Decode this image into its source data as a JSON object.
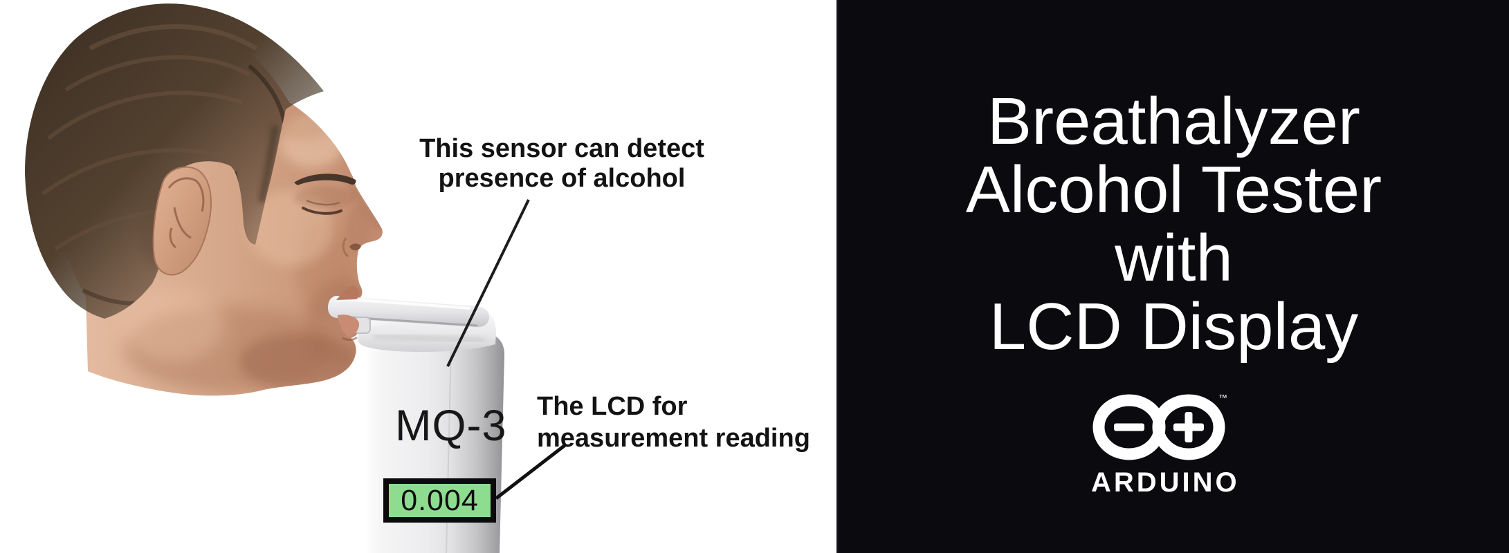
{
  "illustration": {
    "description": "side profile of a man blowing into a breathalyzer device",
    "annotations": {
      "sensor": {
        "line1": "This sensor can detect",
        "line2": "presence of alcohol"
      },
      "lcd": {
        "line1": "The LCD for",
        "line2": "measurement reading"
      }
    },
    "device": {
      "label": "MQ-3",
      "lcd_value": "0.004",
      "lcd_screen_color": "#8edc90",
      "lcd_border_color": "#0b0b0b"
    }
  },
  "panel": {
    "background_color": "#0a0a0f",
    "text_color": "#ffffff",
    "title_lines": [
      "Breathalyzer",
      "Alcohol Tester",
      "with",
      "LCD Display"
    ],
    "brand": {
      "name": "ARDUINO",
      "trademark": "™",
      "logo_icon": "arduino-infinity-icon",
      "logo_color": "#ffffff"
    }
  }
}
